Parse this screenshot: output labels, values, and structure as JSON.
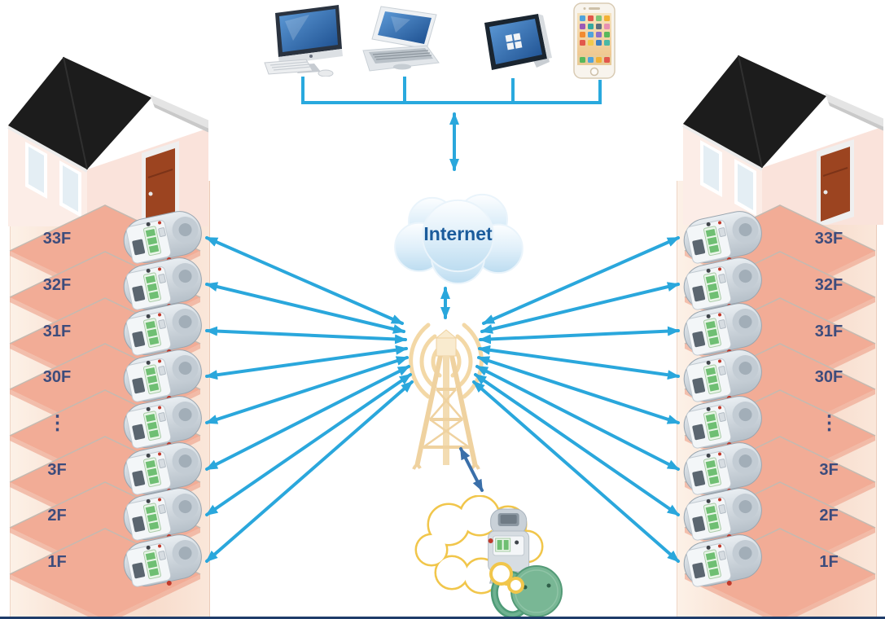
{
  "internet": {
    "label": "Internet"
  },
  "buildings": {
    "left": {
      "floors": [
        "33F",
        "32F",
        "31F",
        "30F",
        "⋮",
        "3F",
        "2F",
        "1F"
      ]
    },
    "right": {
      "floors": [
        "33F",
        "32F",
        "31F",
        "30F",
        "⋮",
        "3F",
        "2F",
        "1F"
      ]
    }
  },
  "icons": {
    "top_devices": [
      "desktop-computer",
      "laptop",
      "tablet",
      "smartphone"
    ],
    "center": [
      "internet-cloud",
      "radio-base-station"
    ],
    "bottom": [
      "underground-smart-meter",
      "thought-bubble",
      "manhole-cover"
    ],
    "per_floor": "smart-meter"
  },
  "colors": {
    "link_arrow": "#2AA7DC",
    "backhaul_arrow": "#3A6FA9",
    "floor_plate": "#F2AC96",
    "building_bg": "#FAE4D6",
    "floor_label": "#3D4C7C",
    "internet_text": "#1B5C9C",
    "roof": "#1C1C1C",
    "door": "#9C4420",
    "thought_outline": "#F1C64B",
    "manhole_green": "#79B795",
    "tower_cream": "#F3D8A6",
    "bottom_rule": "#1E3C6A"
  }
}
